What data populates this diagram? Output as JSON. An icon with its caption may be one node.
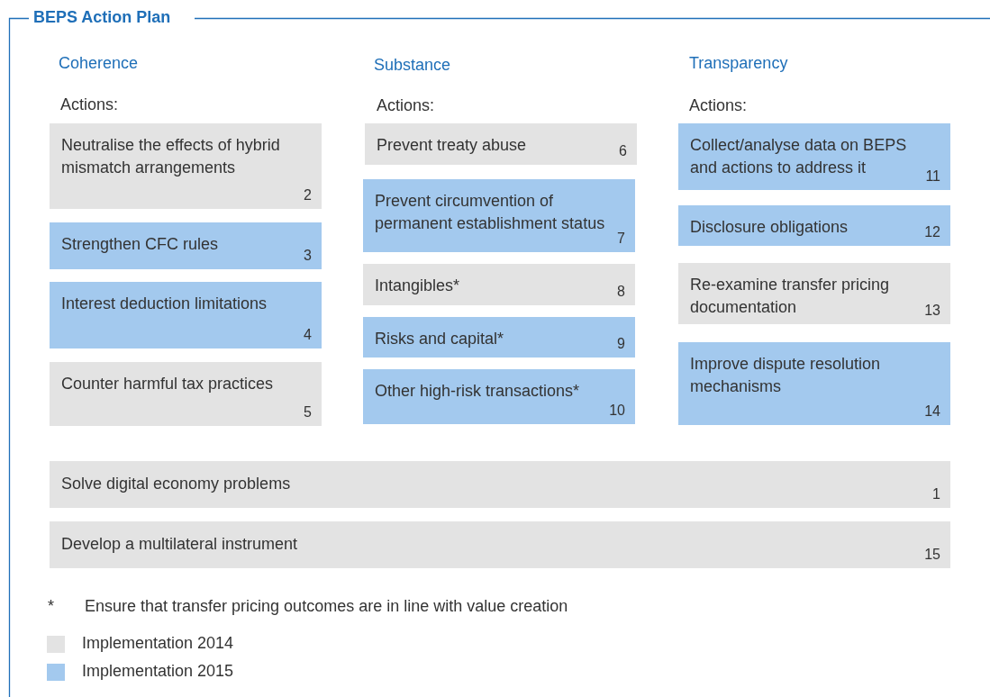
{
  "diagram": {
    "title": "BEPS Action Plan",
    "nodes": [
      {
        "text": [
          "Neutralise the effects of hybrid mismatch arrangements",
          "2"
        ]
      },
      {
        "text": [
          "Strengthen CFC rules",
          "3"
        ]
      },
      {
        "text": [
          "Interest deduction limitations",
          "4"
        ]
      },
      {
        "text": [
          "Counter harmful tax practices",
          "5"
        ]
      },
      {
        "text": [
          "Prevent treaty abuse",
          "6"
        ]
      },
      {
        "text": [
          "Prevent circumvention of permanent establishment status",
          "7"
        ]
      },
      {
        "text": [
          "Intangibles*",
          "8"
        ]
      },
      {
        "text": [
          "Risks and capital*",
          "9"
        ]
      },
      {
        "text": [
          "Other high-risk transactions*",
          "10"
        ]
      },
      {
        "text": [
          "Collect/analyse data on BEPS and actions to address it",
          "11"
        ]
      },
      {
        "text": [
          "Disclosure obligations",
          "12"
        ]
      },
      {
        "text": [
          "Re-examine transfer pricing documentation",
          "13"
        ]
      },
      {
        "text": [
          "Improve dispute resolution mechanisms",
          "14"
        ]
      },
      {
        "text": [
          "Solve digital economy problems",
          "1"
        ]
      },
      {
        "text": [
          "Develop a multilateral instrument",
          "15"
        ]
      }
    ],
    "edges": [],
    "labels": [
      "Coherence",
      "Substance",
      "Transparency",
      "Actions:",
      "Actions:",
      "Actions:",
      "*",
      "Ensure that transfer pricing outcomes are in line with value creation"
    ],
    "legend": [
      {
        "text": "Implementation 2014",
        "color": "#e3e3e3"
      },
      {
        "text": "Implementation 2015",
        "color": "#a3c9ee"
      }
    ]
  }
}
